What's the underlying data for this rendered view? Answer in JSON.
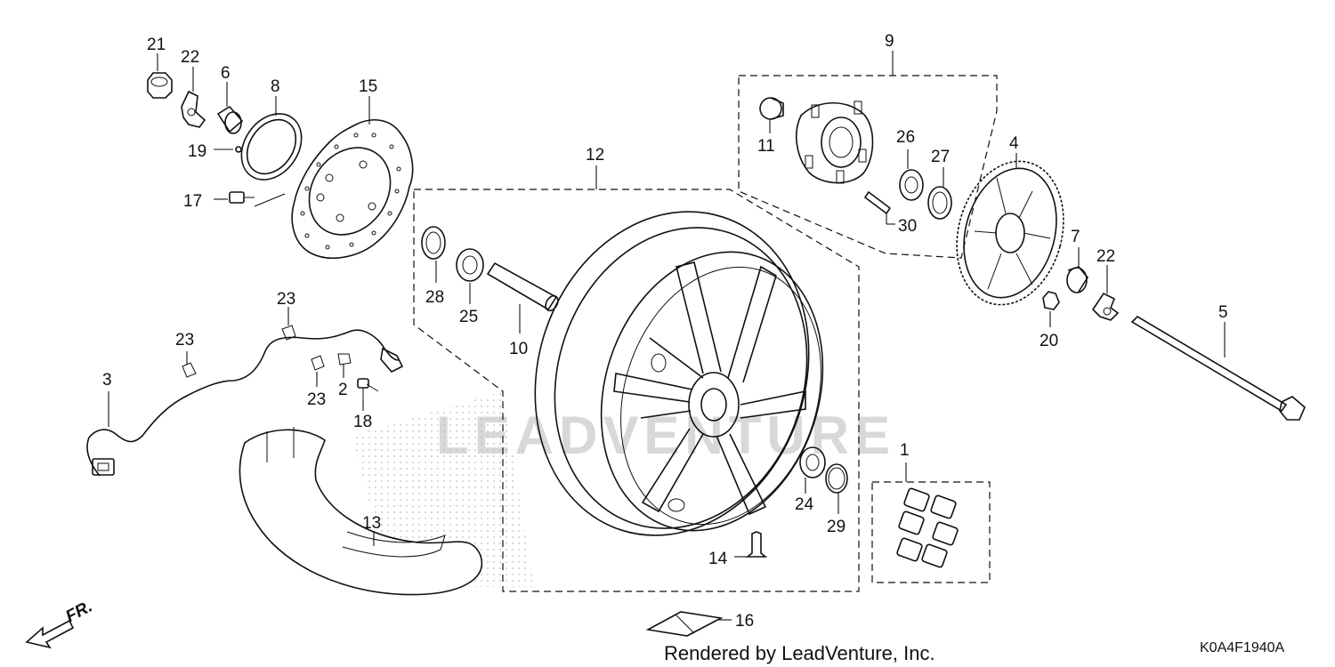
{
  "diagram": {
    "callouts": [
      {
        "id": "c1",
        "label": "1"
      },
      {
        "id": "c2",
        "label": "2"
      },
      {
        "id": "c3",
        "label": "3"
      },
      {
        "id": "c4",
        "label": "4"
      },
      {
        "id": "c5",
        "label": "5"
      },
      {
        "id": "c6",
        "label": "6"
      },
      {
        "id": "c7",
        "label": "7"
      },
      {
        "id": "c8",
        "label": "8"
      },
      {
        "id": "c9",
        "label": "9"
      },
      {
        "id": "c10",
        "label": "10"
      },
      {
        "id": "c11",
        "label": "11"
      },
      {
        "id": "c12",
        "label": "12"
      },
      {
        "id": "c13",
        "label": "13"
      },
      {
        "id": "c14",
        "label": "14"
      },
      {
        "id": "c15",
        "label": "15"
      },
      {
        "id": "c16",
        "label": "16"
      },
      {
        "id": "c17",
        "label": "17"
      },
      {
        "id": "c18",
        "label": "18"
      },
      {
        "id": "c19",
        "label": "19"
      },
      {
        "id": "c20",
        "label": "20"
      },
      {
        "id": "c21",
        "label": "21"
      },
      {
        "id": "c22a",
        "label": "22"
      },
      {
        "id": "c22b",
        "label": "22"
      },
      {
        "id": "c23a",
        "label": "23"
      },
      {
        "id": "c23b",
        "label": "23"
      },
      {
        "id": "c23c",
        "label": "23"
      },
      {
        "id": "c24",
        "label": "24"
      },
      {
        "id": "c25",
        "label": "25"
      },
      {
        "id": "c26",
        "label": "26"
      },
      {
        "id": "c27",
        "label": "27"
      },
      {
        "id": "c28",
        "label": "28"
      },
      {
        "id": "c29",
        "label": "29"
      },
      {
        "id": "c30",
        "label": "30"
      }
    ],
    "direction_label": "FR.",
    "watermark": "LEADVENTURE",
    "credit": "Rendered by LeadVenture, Inc.",
    "diagram_code": "K0A4F1940A"
  }
}
